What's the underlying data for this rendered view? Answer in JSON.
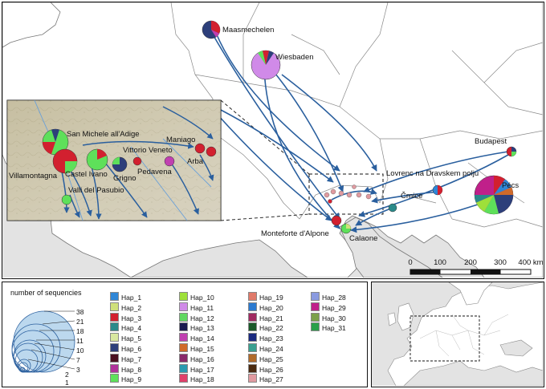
{
  "map": {
    "sites": {
      "maasmechelen": "Maasmechelen",
      "wiesbaden": "Wiesbaden",
      "budapest": "Budapest",
      "lovrenc": "Lovrenc na Dravskem polju",
      "crnice": "Črnice",
      "pecs": "Pécs",
      "monteforte": "Monteforte d'Alpone",
      "calaone": "Calaone"
    },
    "inset_sites": {
      "san_michele": "San Michele all'Adige",
      "maniago": "Maniago",
      "vittorio_veneto": "Vittorio Veneto",
      "villamontagna": "Villamontagna",
      "castel_ivano": "Castel Ivano",
      "grigno": "Grigno",
      "pedavena": "Pedavena",
      "arba": "Arba",
      "valli": "Valli del Pasubio"
    },
    "scale": {
      "labels": [
        "0",
        "100",
        "200",
        "300",
        "400 km"
      ]
    }
  },
  "legend": {
    "sequences_title": "number of sequencies",
    "sizes": [
      "38",
      "21",
      "18",
      "11",
      "10",
      "7",
      "3",
      "2",
      "1"
    ],
    "haplotypes": [
      {
        "name": "Hap_1",
        "color": "#2f86d6"
      },
      {
        "name": "Hap_2",
        "color": "#cfe07a"
      },
      {
        "name": "Hap_3",
        "color": "#d2202f"
      },
      {
        "name": "Hap_4",
        "color": "#2a8a8a"
      },
      {
        "name": "Hap_5",
        "color": "#d9e8a0"
      },
      {
        "name": "Hap_6",
        "color": "#2d3f7a"
      },
      {
        "name": "Hap_7",
        "color": "#4a1020"
      },
      {
        "name": "Hap_8",
        "color": "#b0309a"
      },
      {
        "name": "Hap_9",
        "color": "#5ee05a"
      },
      {
        "name": "Hap_10",
        "color": "#9ee03a"
      },
      {
        "name": "Hap_11",
        "color": "#d08ae8"
      },
      {
        "name": "Hap_12",
        "color": "#60d860"
      },
      {
        "name": "Hap_13",
        "color": "#1a1a50"
      },
      {
        "name": "Hap_14",
        "color": "#c040b0"
      },
      {
        "name": "Hap_15",
        "color": "#d06a2a"
      },
      {
        "name": "Hap_16",
        "color": "#8a2a6a"
      },
      {
        "name": "Hap_17",
        "color": "#2a9ab0"
      },
      {
        "name": "Hap_18",
        "color": "#e0406a"
      },
      {
        "name": "Hap_19",
        "color": "#e07a6a"
      },
      {
        "name": "Hap_20",
        "color": "#2a7ad0"
      },
      {
        "name": "Hap_21",
        "color": "#a02a60"
      },
      {
        "name": "Hap_22",
        "color": "#1a5a2a"
      },
      {
        "name": "Hap_23",
        "color": "#1a2a80"
      },
      {
        "name": "Hap_24",
        "color": "#3aa090"
      },
      {
        "name": "Hap_25",
        "color": "#b06a2a"
      },
      {
        "name": "Hap_26",
        "color": "#4a2a10"
      },
      {
        "name": "Hap_27",
        "color": "#e09aa0"
      },
      {
        "name": "Hap_28",
        "color": "#8a9ae0"
      },
      {
        "name": "Hap_29",
        "color": "#c0208a"
      },
      {
        "name": "Hap_30",
        "color": "#7aa04a"
      },
      {
        "name": "Hap_31",
        "color": "#2aa04a"
      }
    ]
  }
}
